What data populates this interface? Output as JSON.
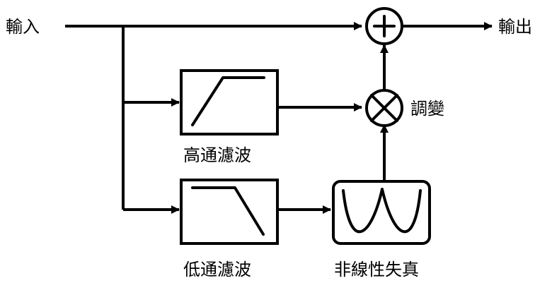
{
  "labels": {
    "input": "輸入",
    "output": "輸出",
    "modulation": "調變",
    "highpass": "高通濾波",
    "lowpass": "低通濾波",
    "nonlinear": "非線性失真"
  },
  "operators": {
    "adder": "+",
    "multiplier": "×"
  },
  "colors": {
    "stroke": "#000000",
    "background": "#ffffff"
  }
}
